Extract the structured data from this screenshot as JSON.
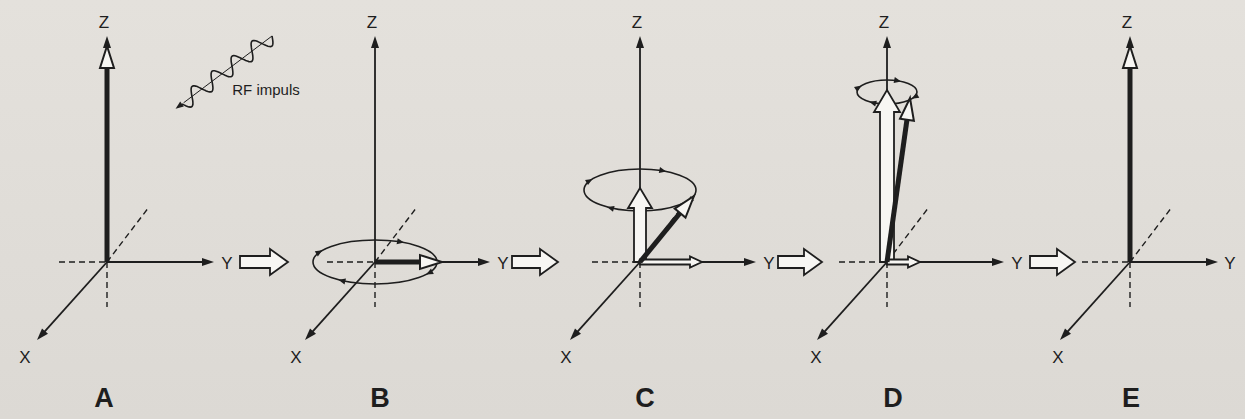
{
  "diagram": {
    "labels": [
      "Z",
      "Y",
      "X",
      "A",
      "RF impuls",
      "Z",
      "Y",
      "X",
      "B",
      "Z",
      "Y",
      "X",
      "C",
      "Z",
      "Y",
      "X",
      "D",
      "Z",
      "Y",
      "X",
      "E"
    ]
  }
}
